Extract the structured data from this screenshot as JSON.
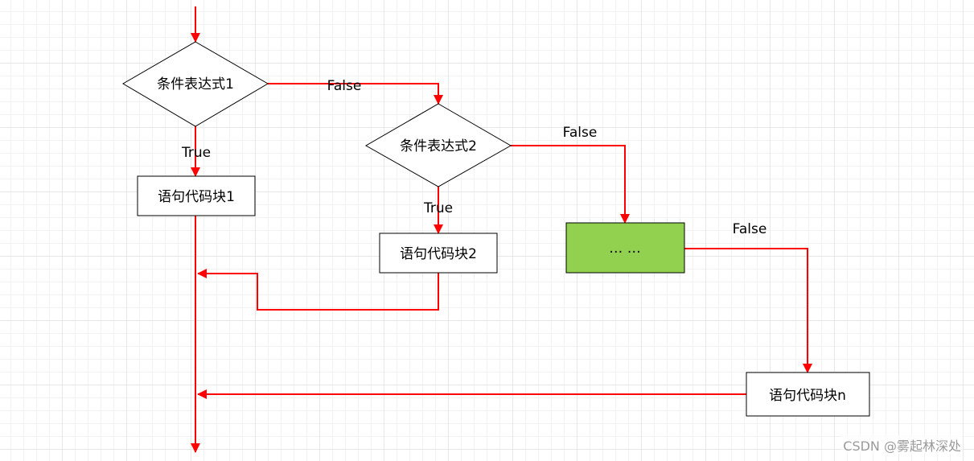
{
  "colors": {
    "flow_line": "#ff0000",
    "node_border": "#000000",
    "highlight_fill": "#92d050"
  },
  "nodes": {
    "condition_1": "条件表达式1",
    "condition_2": "条件表达式2",
    "block_1": "语句代码块1",
    "block_2": "语句代码块2",
    "block_more": "… …",
    "block_n": "语句代码块n"
  },
  "edges": {
    "cond1_false": "False",
    "cond1_true": "True",
    "cond2_false": "False",
    "cond2_true": "True",
    "more_false": "False"
  },
  "watermark": "CSDN @雾起林深处"
}
